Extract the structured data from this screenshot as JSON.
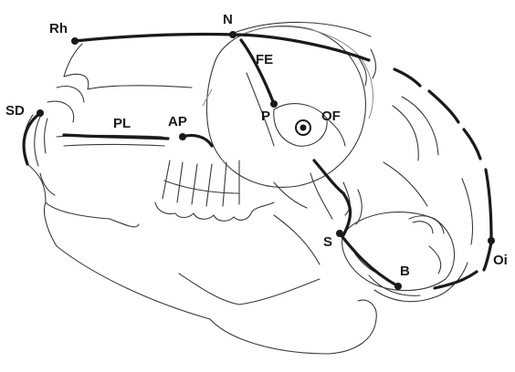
{
  "landmarks": [
    {
      "key": "rh",
      "label": "Rh"
    },
    {
      "key": "n",
      "label": "N"
    },
    {
      "key": "fe",
      "label": "FE"
    },
    {
      "key": "sd",
      "label": "SD"
    },
    {
      "key": "pl",
      "label": "PL"
    },
    {
      "key": "ap",
      "label": "AP"
    },
    {
      "key": "p",
      "label": "P"
    },
    {
      "key": "of",
      "label": "OF"
    },
    {
      "key": "s",
      "label": "S"
    },
    {
      "key": "b",
      "label": "B"
    },
    {
      "key": "oi",
      "label": "Oi"
    }
  ]
}
